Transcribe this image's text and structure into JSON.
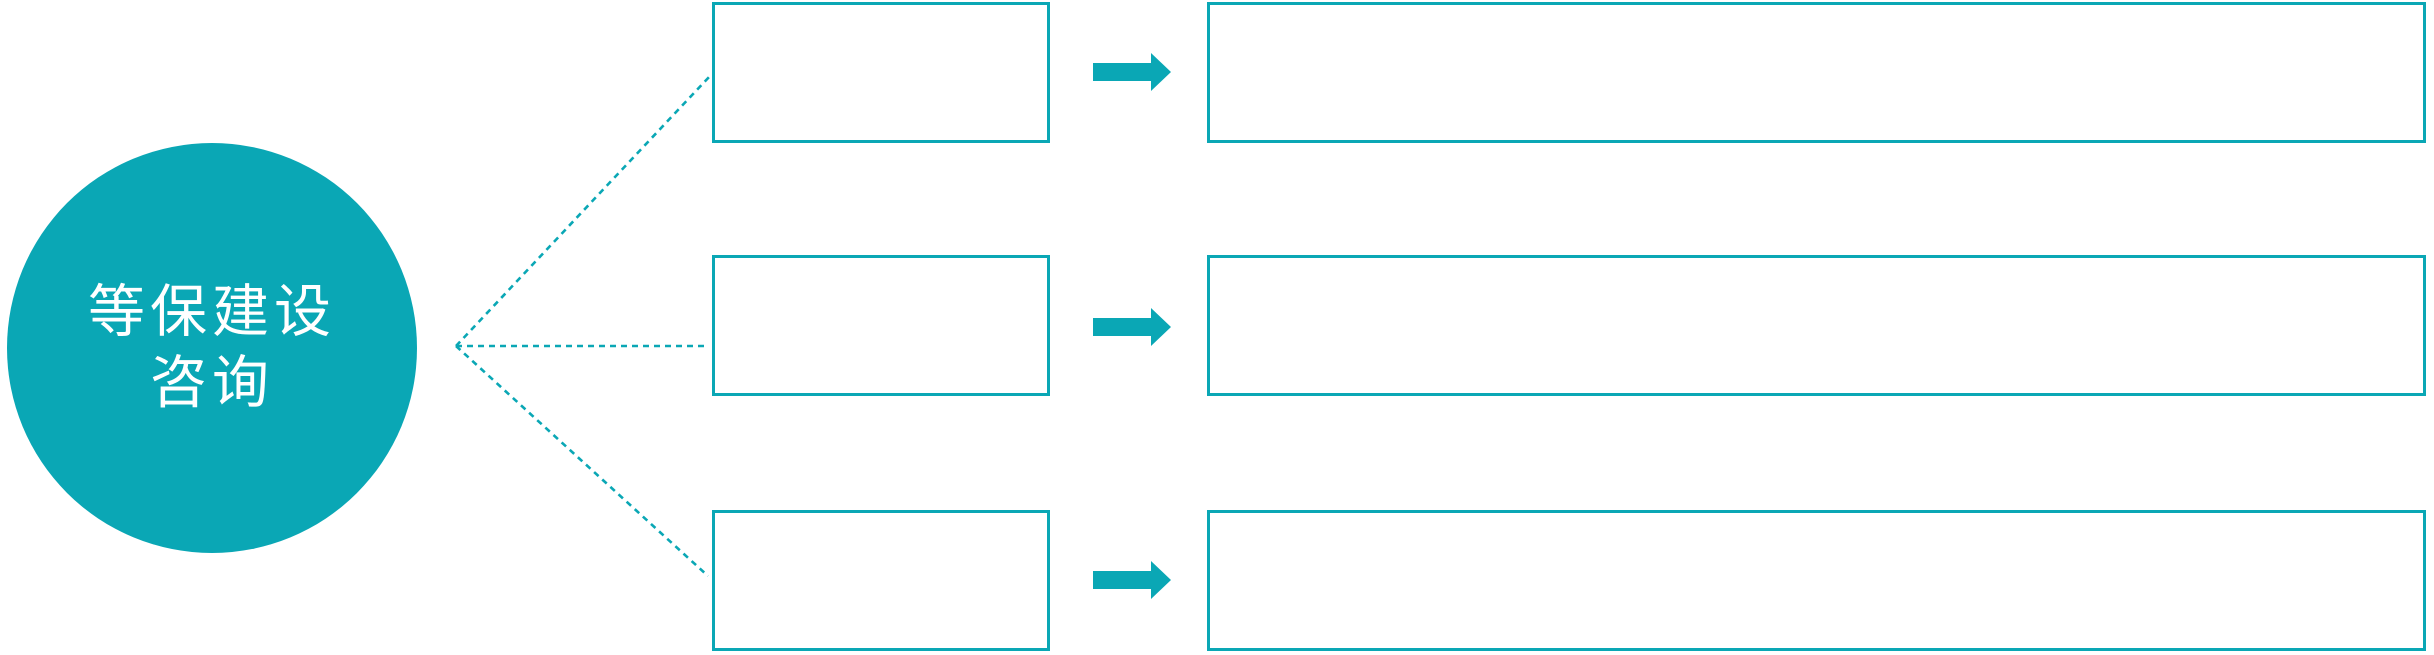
{
  "diagram": {
    "type": "hub-fanout-process",
    "accent_color": "#0aa7b5",
    "background_color": "#ffffff",
    "hub": {
      "label_line1": "等保建设",
      "label_line2": "咨询",
      "shape": "circle",
      "text_color": "#ffffff"
    },
    "connectors": {
      "style": "dotted",
      "count": 3
    },
    "rows": [
      {
        "item_text": "",
        "arrow_icon": "right-arrow-icon",
        "description_text": ""
      },
      {
        "item_text": "",
        "arrow_icon": "right-arrow-icon",
        "description_text": ""
      },
      {
        "item_text": "",
        "arrow_icon": "right-arrow-icon",
        "description_text": ""
      }
    ]
  }
}
